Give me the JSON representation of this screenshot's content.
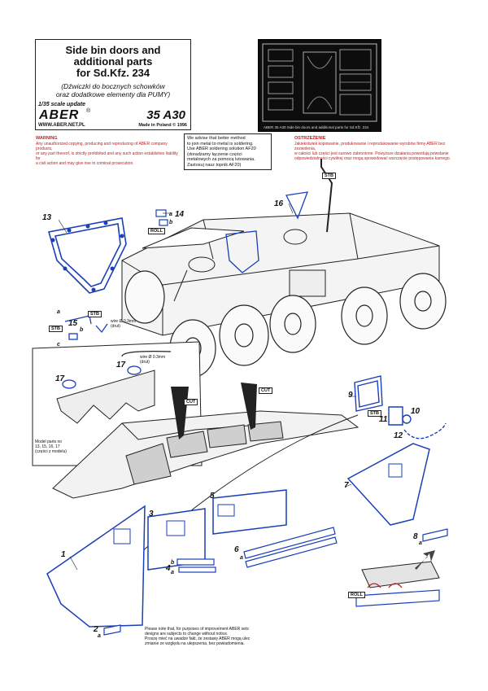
{
  "header": {
    "title_lines": [
      "Side bin doors and",
      "additional parts",
      "for Sd.Kfz. 234"
    ],
    "subtitle_lines": [
      "(Dźwiczki do bocznych schowków",
      "oraz dodatkowe elementy dla PUMY)"
    ],
    "scale": "1/35 scale update",
    "brand": "ABER",
    "reg_mark": "®",
    "code": "35 A30",
    "website": "WWW.ABER.NET.PL",
    "made_in": "Made in Poland © 1996"
  },
  "photo_caption": "ABER 35 A30   Side bin doors and additional parts for Sd.Kfz. 234",
  "warning": {
    "heading": "WARNING",
    "lines": [
      "Any unauthorized copying, producing and reproducing of ABER company products,",
      "or any part thereof, is strictly prohibited and any such action establishes liability for",
      "a civil action and may give rise to criminal prosecution."
    ]
  },
  "advice": {
    "lines": [
      "We advise that better method",
      "to join metal to metal is soldering.",
      "Use ABER soldering solution AF20",
      "(doradzamy łączenie części",
      "metalowych za pomocą lutowania.",
      "Zastosuj nasz topnik AF20)"
    ]
  },
  "ostrzezenie": {
    "heading": "OSTRZEŻENIE",
    "lines": [
      "Jakiekolwiek kopiowanie, produkowanie i reprodukowanie wyrobów firmy ABER bez zezwolenia,",
      "w całości lub części jest surowo zabronione. Powyższe działania powodują powstanie",
      "odpowiedzialności cywilnej oraz mogą spowodować wszczęcie postępowania karnego."
    ]
  },
  "tags": {
    "stb": "STB",
    "roll": "ROLL",
    "cut": "CUT"
  },
  "wire_notes": {
    "a": "wire Ø 0.3mm\n(drut)",
    "b": "wire Ø 0.3mm\n(drut)"
  },
  "model_note": "Model parts no\n13, 15, 16, 17\n(części z modelu)",
  "part_numbers": [
    "1",
    "2",
    "3",
    "4",
    "5",
    "6",
    "7",
    "8",
    "9",
    "10",
    "11",
    "12",
    "13",
    "14",
    "15",
    "16",
    "17",
    "17"
  ],
  "sub_letters": {
    "a": "a",
    "b": "b",
    "c": "c"
  },
  "bottom_note": {
    "lines": [
      "Please note that, for purposes of improvement ABER sets",
      "designs are subjects to change without notice.",
      "Proszę mieć na uwadze fakt, że zestawy ABER mogą ulec",
      "zmianie ze względu na ulepszenia, bez powiadomienia."
    ]
  },
  "colors": {
    "blue": "#1a3fb8",
    "red": "#d01818",
    "frame": "#222222"
  }
}
